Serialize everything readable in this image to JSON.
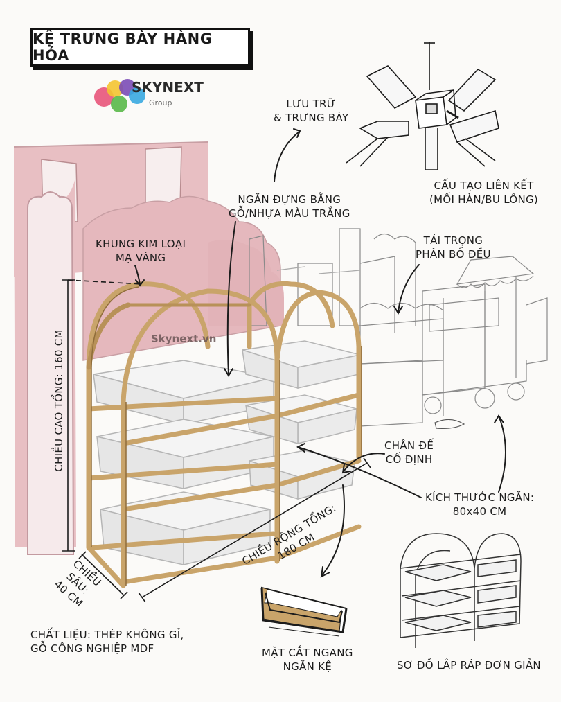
{
  "title": "KỆ TRƯNG BÀY HÀNG HÓA",
  "brand": {
    "name": "SKYNEXT",
    "group": "Group",
    "watermark": "Skynext.vn"
  },
  "labels": {
    "storage": [
      "LƯU TRỮ",
      "& TRƯNG BÀY"
    ],
    "joint": [
      "CẤU TẠO LIÊN KẾT",
      "(MỐI HÀN/BU LÔNG)"
    ],
    "compartment": [
      "NGĂN ĐỰNG BẰNG",
      "GỖ/NHỰA MÀU TRẮNG"
    ],
    "frame": [
      "KHUNG KIM LOẠI",
      "MẠ VÀNG"
    ],
    "load": [
      "TẢI TRỌNG",
      "PHÂN BỐ ĐỀU"
    ],
    "height": "CHIỀU CAO TỔNG: 160 CM",
    "base": [
      "CHÂN ĐẾ",
      "CỐ ĐỊNH"
    ],
    "size": [
      "KÍCH THƯỚC NGĂN:",
      "80x40 CM"
    ],
    "width": [
      "CHIỀU RỘNG TỔNG:",
      "180 CM"
    ],
    "depth": [
      "CHIỀU",
      "SÂU:",
      "40 CM"
    ],
    "material": [
      "CHẤT LIỆU: THÉP KHÔNG GỈ,",
      "GỖ CÔNG NGHIỆP MDF"
    ],
    "section": [
      "MẶT CẮT NGANG",
      "NGĂN KỆ"
    ],
    "assembly": "SƠ ĐỒ LẮP RÁP ĐƠN GIẢN"
  },
  "colors": {
    "pink_wall": "#e8bfc3",
    "pink_dark": "#d9a6ab",
    "gold": "#c9a46a",
    "gold_dark": "#9c7a44",
    "tray": "#f1f1f1",
    "ink": "#1c1c1c"
  }
}
